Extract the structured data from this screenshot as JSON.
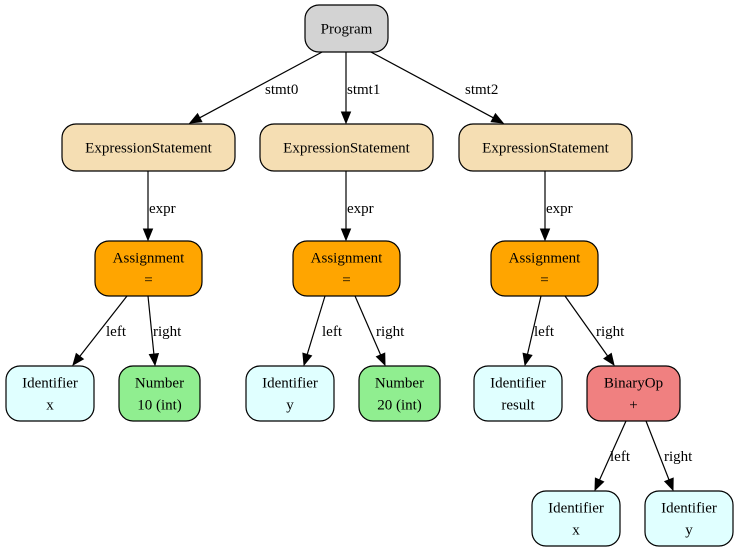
{
  "colors": {
    "program": "#d3d3d3",
    "statement": "#f5deb3",
    "assignment": "#ffa500",
    "identifier": "#e0ffff",
    "number": "#90ee90",
    "binaryop": "#f08080"
  },
  "nodes": {
    "program": {
      "lines": [
        "Program"
      ],
      "kind": "program"
    },
    "stmt0": {
      "lines": [
        "ExpressionStatement"
      ],
      "kind": "statement"
    },
    "stmt1": {
      "lines": [
        "ExpressionStatement"
      ],
      "kind": "statement"
    },
    "stmt2": {
      "lines": [
        "ExpressionStatement"
      ],
      "kind": "statement"
    },
    "assign0": {
      "lines": [
        "Assignment",
        "="
      ],
      "kind": "assignment"
    },
    "assign1": {
      "lines": [
        "Assignment",
        "="
      ],
      "kind": "assignment"
    },
    "assign2": {
      "lines": [
        "Assignment",
        "="
      ],
      "kind": "assignment"
    },
    "ident_x": {
      "lines": [
        "Identifier",
        "x"
      ],
      "kind": "identifier"
    },
    "num_10": {
      "lines": [
        "Number",
        "10 (int)"
      ],
      "kind": "number"
    },
    "ident_y": {
      "lines": [
        "Identifier",
        "y"
      ],
      "kind": "identifier"
    },
    "num_20": {
      "lines": [
        "Number",
        "20 (int)"
      ],
      "kind": "number"
    },
    "ident_result": {
      "lines": [
        "Identifier",
        "result"
      ],
      "kind": "identifier"
    },
    "binop": {
      "lines": [
        "BinaryOp",
        "+"
      ],
      "kind": "binaryop"
    },
    "binop_x": {
      "lines": [
        "Identifier",
        "x"
      ],
      "kind": "identifier"
    },
    "binop_y": {
      "lines": [
        "Identifier",
        "y"
      ],
      "kind": "identifier"
    }
  },
  "edges": {
    "e_stmt0": {
      "from": "program",
      "to": "stmt0",
      "label": "stmt0"
    },
    "e_stmt1": {
      "from": "program",
      "to": "stmt1",
      "label": "stmt1"
    },
    "e_stmt2": {
      "from": "program",
      "to": "stmt2",
      "label": "stmt2"
    },
    "e_expr0": {
      "from": "stmt0",
      "to": "assign0",
      "label": "expr"
    },
    "e_expr1": {
      "from": "stmt1",
      "to": "assign1",
      "label": "expr"
    },
    "e_expr2": {
      "from": "stmt2",
      "to": "assign2",
      "label": "expr"
    },
    "e_left0": {
      "from": "assign0",
      "to": "ident_x",
      "label": "left"
    },
    "e_right0": {
      "from": "assign0",
      "to": "num_10",
      "label": "right"
    },
    "e_left1": {
      "from": "assign1",
      "to": "ident_y",
      "label": "left"
    },
    "e_right1": {
      "from": "assign1",
      "to": "num_20",
      "label": "right"
    },
    "e_left2": {
      "from": "assign2",
      "to": "ident_result",
      "label": "left"
    },
    "e_right2": {
      "from": "assign2",
      "to": "binop",
      "label": "right"
    },
    "e_left3": {
      "from": "binop",
      "to": "binop_x",
      "label": "left"
    },
    "e_right3": {
      "from": "binop",
      "to": "binop_y",
      "label": "right"
    }
  }
}
